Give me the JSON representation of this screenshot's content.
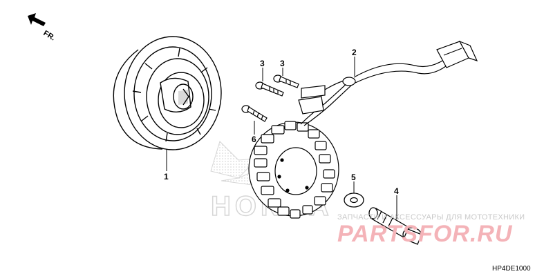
{
  "orientation": {
    "label": "FR."
  },
  "callouts": [
    {
      "id": "1",
      "label": "1"
    },
    {
      "id": "2",
      "label": "2"
    },
    {
      "id": "3a",
      "label": "3"
    },
    {
      "id": "3b",
      "label": "3"
    },
    {
      "id": "4",
      "label": "4"
    },
    {
      "id": "5",
      "label": "5"
    },
    {
      "id": "6",
      "label": "6"
    }
  ],
  "diagram_code": "HP4DE1000",
  "watermark": {
    "logo_text": "HONDA",
    "caption": "ЗАПЧАСТИ И АКСЕССУАРЫ ДЛЯ МОТОТЕХНИКИ",
    "brand": "PARTSFOR.RU"
  },
  "colors": {
    "lines": "#000000",
    "watermark_red": "#f4b3b8",
    "watermark_gray": "#d6d6d6"
  }
}
